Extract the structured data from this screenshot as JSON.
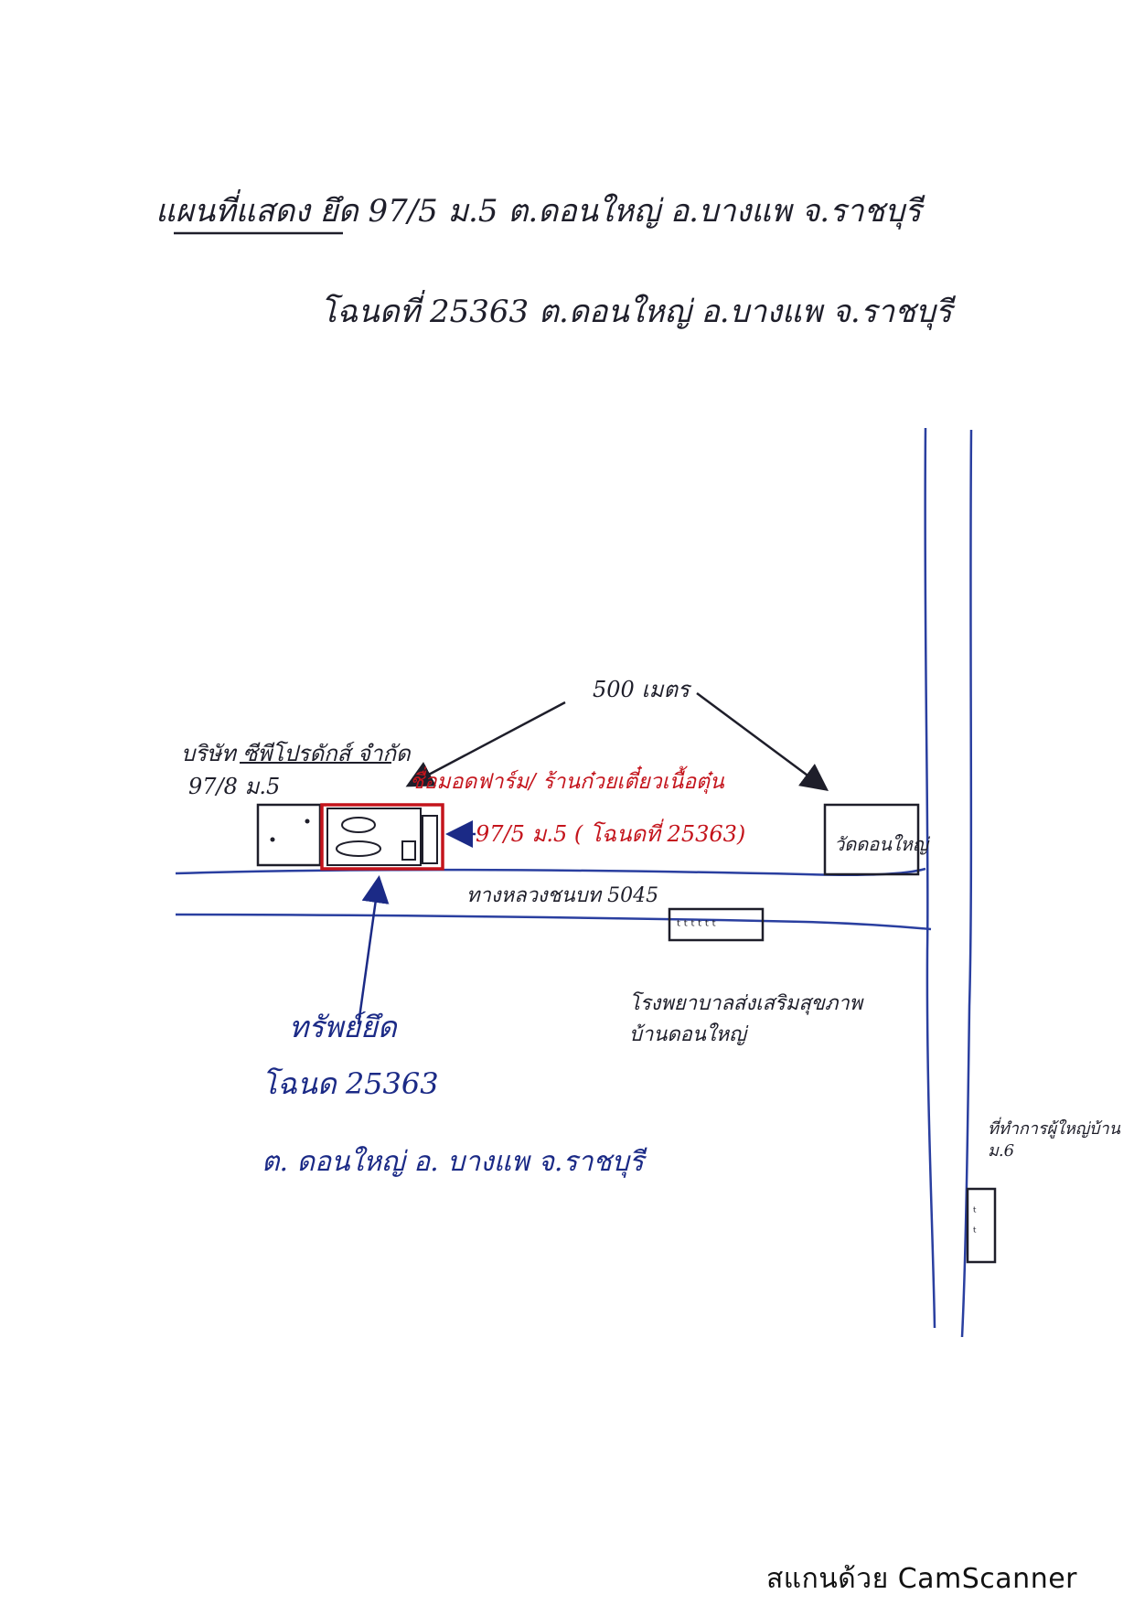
{
  "header": {
    "line1": "แผนที่แสดง ยึด 97/5 ม.5 ต.ดอนใหญ่ อ.บางแพ จ.ราชบุรี",
    "line2": "โฉนดที่ 25363 ต.ดอนใหญ่ อ.บางแพ จ.ราชบุรี"
  },
  "map": {
    "distance_label": "500 เมตร",
    "company_name": "บริษัท ซีพีโปรดักส์ จำกัด",
    "company_address": "97/8 ม.5",
    "shop_label": "ชื่อมอดฟาร์ม/ ร้านก๋วยเตี๋ยวเนื้อตุ๋น",
    "property_address": "97/5 ม.5 ( โฉนดที่ 25363)",
    "temple_name": "วัดดอนใหญ่",
    "road_label": "ทางหลวงชนบท 5045",
    "hospital_name": "โรงพยาบาลส่งเสริมสุขภาพ บ้านดอนใหญ่",
    "seized_title": "ทรัพย์ยึด",
    "seized_deed": "โฉนด 25363",
    "seized_location": "ต. ดอนใหญ่ อ. บางแพ จ.ราชบุรี",
    "village_head_label": "ที่ทำการผู้ใหญ่บ้าน ม.6"
  },
  "colors": {
    "ink_black": "#1e1e2a",
    "ink_blue": "#1b2a86",
    "ink_red": "#c4141c"
  },
  "footer": {
    "scanner_text": "สแกนด้วย CamScanner"
  }
}
